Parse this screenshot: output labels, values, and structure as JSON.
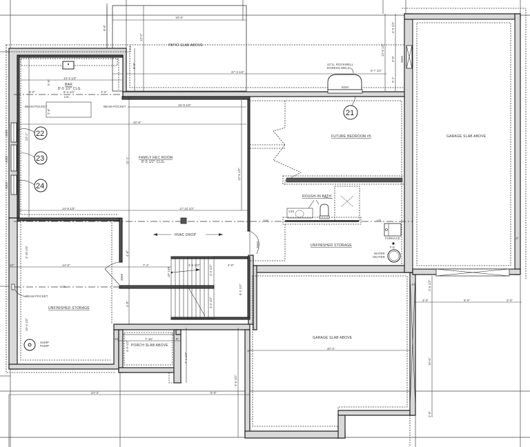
{
  "drawing": {
    "type": "basement floor plan",
    "rooms": {
      "patio_slab": "PATIO SLAB ABOVE",
      "bar_name": "BAR",
      "bar_ceiling": "8'-5 1/2\" CLG.",
      "family_rec_name": "FAMILY REC ROOM",
      "family_rec_ceiling": "8'-5 1/2\" CLG.",
      "future_bedroom": "FUTURE BEDROOM #5",
      "rough_in_bath": "ROUGH-IN BATH",
      "unfinished_storage_right": "UNFINISHED STORAGE",
      "unfinished_storage_left": "UNFINISHED STORAGE",
      "garage_slab_upper": "GARAGE SLAB ABOVE",
      "garage_slab_lower": "GARAGE SLAB ABOVE",
      "porch_slab": "PORCH SLAB ABOVE",
      "hvac_drop": "HVAC DROP",
      "furnace": "FURNACE",
      "water_heater_1": "WATER",
      "water_heater_2": "HEATER",
      "floor_drain": "F.D.",
      "sump_pump_1": "SUMP",
      "sump_pump_2": "PUMP",
      "egress_window_1": "44\"LL ROCKWELL",
      "egress_window_2": "EGRESS WELL",
      "beam_pocket": "BEAM POCKET",
      "lvl": "LVL",
      "window_3020a": "3020",
      "window_4020": "4020",
      "window_3020b": "3020",
      "window_3050": "3050",
      "door_3068a": "3068",
      "door_3068b": "3068",
      "window_5040": "5040",
      "vanity": "V48",
      "stair_up": "UP 14R"
    },
    "callouts": [
      "21",
      "22",
      "23",
      "24"
    ],
    "dimensions": {
      "patio_width": "18'-8\"",
      "patio_depth": "8'-0\"",
      "patio_side": "12'-0\"",
      "upper_run": "37'-3 1/2\"",
      "egress_offset": "6'-7 1/2\"",
      "right_total": "12'-6 1/2\"",
      "right_a": "4'-9 1/2\"",
      "right_b": "3'-0\"",
      "right_c": "3'-1\"",
      "bar_width": "14'-2 1/2\"",
      "bar_a": "3'-0\"",
      "bar_b": "8'-4 1/2\"",
      "bar_c": "3'-0\"",
      "bar_depth": "5'-0\"",
      "bar_counter": "2'-0\"",
      "family_top": "16'-9 1/2\"",
      "family_total": "32'-8\"",
      "family_left": "14'-9 1/2\"",
      "family_right": "17'-10 1/2\"",
      "family_height": "11'-1\"",
      "family_height_r": "12'-6 1/2\"",
      "left_side": "23'-1\"",
      "storage_width": "14'-8\"",
      "mid_run": "7'-1\"",
      "stair_w": "4'-5 1/2\"",
      "stair_r": "4'-8\"",
      "stair_h1": "4'-2 1/2\"",
      "stair_h2": "4'-2 1/2\"",
      "stair_side": "8'-2 1/2\"",
      "left_v1": "3'-10 1/2\"",
      "left_v2": "10'-4 1/2\"",
      "wall_10a": "10\"",
      "storage_h": "4'-8\"",
      "porch_w": "7'-10\"",
      "porch_d": "4'-0 1/2\"",
      "porch_side": "7'-1 1/2\"",
      "bottom_left": "24'-3\"",
      "bottom_mid": "5'-6\"",
      "bottom_v": "9'-6 1/2\"",
      "garage_w": "20'-3\"",
      "garage_v1": "16'-0\"",
      "garage_v2": "2'-0\"",
      "garage_r1": "3'-0\"",
      "garage_r2": "9'-0\"",
      "garage_r3": "3'-0\"",
      "garage_step": "2'-6 1/2\"",
      "wall_10b": "10\"",
      "wall_10c": "10\"",
      "wall_8": "8\"",
      "wall_10d": "10\""
    },
    "colors": {
      "wall_fill": "#d9d9d9",
      "wall_stroke": "#222222",
      "line": "#333333",
      "background": "#ffffff"
    }
  }
}
